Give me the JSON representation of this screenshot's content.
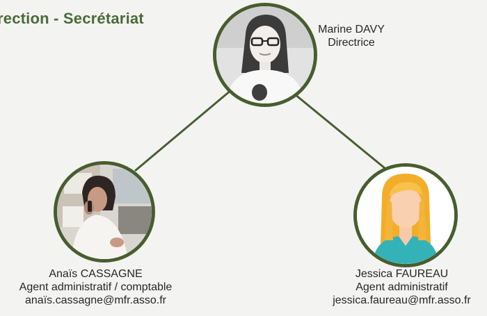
{
  "header": {
    "title": "rection - Secrétariat"
  },
  "people": {
    "director": {
      "name": "Marine DAVY",
      "role": "Directrice"
    },
    "accountant": {
      "name": "Anaïs CASSAGNE",
      "role": "Agent administratif / comptable",
      "email": "anaïs.cassagne@mfr.asso.fr"
    },
    "admin": {
      "name": "Jessica FAUREAU",
      "role": "Agent administratif",
      "email": "jessica.faureau@mfr.asso.fr"
    }
  },
  "colors": {
    "background": "#f3f3f1",
    "accent_green": "#485d2f",
    "title_green": "#4a6a38",
    "text": "#262626"
  },
  "icons": {
    "director_photo": "portrait-photo-icon",
    "accountant_photo": "portrait-photo-icon",
    "admin_avatar": "female-avatar-icon"
  }
}
